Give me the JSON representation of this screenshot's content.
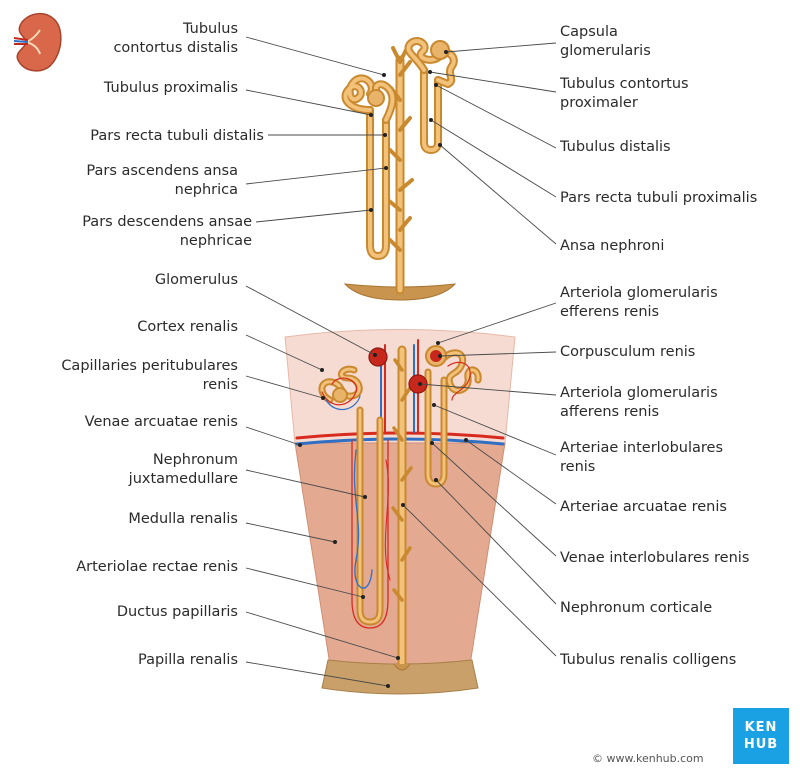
{
  "labels": {
    "left": [
      [
        "Tubulus",
        "contortus distalis"
      ],
      [
        "Tubulus proximalis"
      ],
      [
        "Pars recta tubuli distalis"
      ],
      [
        "Pars ascendens ansa",
        "nephrica"
      ],
      [
        "Pars descendens ansae",
        "nephricae"
      ],
      [
        "Glomerulus"
      ],
      [
        "Cortex renalis"
      ],
      [
        "Capillaries peritubulares",
        "renis"
      ],
      [
        "Venae arcuatae renis"
      ],
      [
        "Nephronum",
        "juxtamedullare"
      ],
      [
        "Medulla renalis"
      ],
      [
        "Arteriolae rectae renis"
      ],
      [
        "Ductus papillaris"
      ],
      [
        "Papilla renalis"
      ]
    ],
    "right": [
      [
        "Capsula",
        "glomerularis"
      ],
      [
        "Tubulus contortus",
        "proximaler"
      ],
      [
        "Tubulus distalis"
      ],
      [
        "Pars recta tubuli proximalis"
      ],
      [
        "Ansa nephroni"
      ],
      [
        "Arteriola glomerularis",
        "efferens renis"
      ],
      [
        "Corpusculum renis"
      ],
      [
        "Arteriola glomerularis",
        "afferens renis"
      ],
      [
        "Arteriae interlobulares",
        "renis"
      ],
      [
        "Arteriae arcuatae renis"
      ],
      [
        "Venae interlobulares renis"
      ],
      [
        "Nephronum corticale"
      ],
      [
        "Tubulus renalis colligens"
      ]
    ]
  },
  "logo": {
    "line1": "KEN",
    "line2": "HUB"
  },
  "copyright": "© www.kenhub.com",
  "colors": {
    "tubule": "#c9892f",
    "tubule_fill": "#f2c17a",
    "artery": "#d72b1f",
    "vein": "#2f6fc4",
    "cortex": "#f6dbd3",
    "medulla": "#e3a991",
    "papilla": "#c9a06a",
    "logo": "#1aa1e3"
  }
}
